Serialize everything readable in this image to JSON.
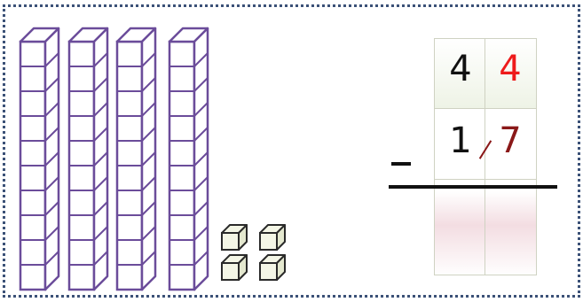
{
  "base_ten_blocks": {
    "tens_rods": 4,
    "ones_cubes": 4,
    "rod_color": "#6b4c9a",
    "cube_color": "#f4f6e6",
    "cube_edge_color": "#2a2a2a"
  },
  "subtraction": {
    "operator": "-",
    "top_tens": "4",
    "top_ones": "4",
    "bottom_tens": "1",
    "bottom_ones": "7",
    "ones_digit_color": "#ee1b1b",
    "crossed_digit_color": "#8a1818"
  },
  "frame_color": "#3b5177"
}
